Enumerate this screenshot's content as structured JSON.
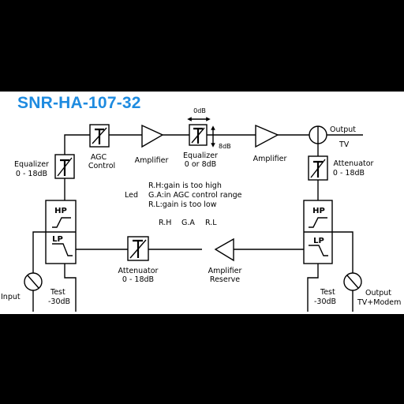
{
  "title": "SNR-HA-107-32",
  "colors": {
    "title": "#1e8be0",
    "background": "#000000",
    "panel": "#ffffff",
    "line": "#000000"
  },
  "labels": {
    "agc_control_1": "AGC",
    "agc_control_2": "Control",
    "amplifier_1": "Amplifier",
    "equalizer_mid_1": "Equalizer",
    "equalizer_mid_2": "0 or 8dB",
    "equalizer_top_value": "0dB",
    "equalizer_side_value": "8dB",
    "amplifier_2": "Amplifier",
    "output_1": "Output",
    "output_tv": "TV",
    "equalizer_left_1": "Equalizer",
    "equalizer_left_2": "0 - 18dB",
    "attenuator_right_1": "Attenuator",
    "attenuator_right_2": "0 - 18dB",
    "led": "Led",
    "led_rh": "R.H:gain is too high",
    "led_ga": "G.A:in AGC control range",
    "led_rl": "R.L:gain is too low",
    "led_row": [
      "R.H",
      "G.A",
      "R.L"
    ],
    "hp": "HP",
    "lp": "LP",
    "attenuator_bottom_1": "Attenuator",
    "attenuator_bottom_2": "0 - 18dB",
    "amplifier_reserve_1": "Amplifier",
    "amplifier_reserve_2": "Reserve",
    "input": "Input",
    "test_left_1": "Test",
    "test_left_2": "-30dB",
    "test_right_1": "Test",
    "test_right_2": "-30dB",
    "output_2_1": "Output",
    "output_2_2": "TV+Modem"
  }
}
